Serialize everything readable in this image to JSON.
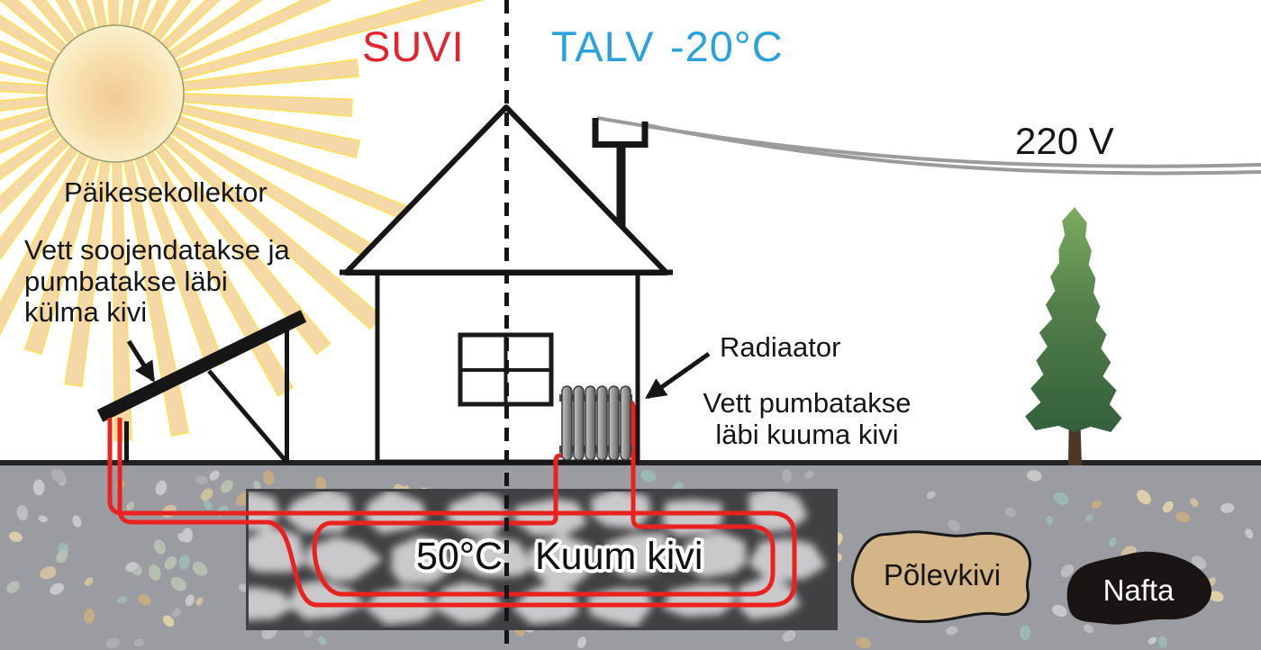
{
  "scene": {
    "season_summer": "SUVI",
    "season_winter": "TALV",
    "winter_temp": "-20°C",
    "voltage": "220 V",
    "collector_label": "Päikesekollektor",
    "collector_note": "Vett soojendatakse ja\npumbatakse läbi\nkülma kivi",
    "radiator_label": "Radiaator",
    "radiator_note": "Vett pumbatakse\nläbi kuuma kivi",
    "rock_temp": "50°C",
    "rock_label": "Kuum kivi",
    "oil_shale_label": "Põlevkivi",
    "oil_label": "Nafta"
  },
  "colors": {
    "summer": "#e3232e",
    "winter": "#2aa2db",
    "pipe": "#e9221f",
    "wire": "#9b9b9b",
    "oil_shale": "#d4b587",
    "oil": "#1a1514",
    "ground": "#9b9ca1",
    "rock_base": "#414143",
    "stone": "#c9c9cb",
    "sun_edge": "#ffdf4f"
  }
}
